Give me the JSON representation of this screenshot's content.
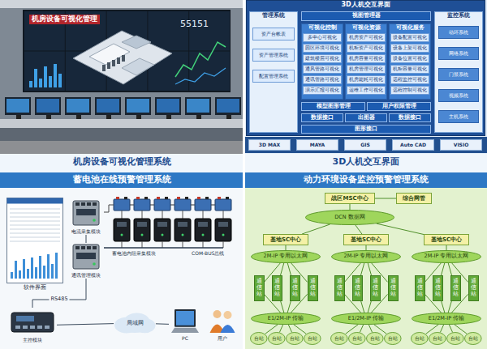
{
  "diagram": {
    "nodes": [
      {
        "text": [
          "3D人机交互界面"
        ]
      },
      {
        "text": [
          "管理系统"
        ],
        "in": 0
      },
      {
        "text": [
          "资产台帐表"
        ],
        "in": 1
      },
      {
        "text": [
          "资产管理系统"
        ],
        "in": 1
      },
      {
        "text": [
          "配置管理系统"
        ],
        "in": 1
      },
      {
        "text": [
          "视图管理器"
        ],
        "in": 0
      },
      {
        "text": [
          "可视化控制"
        ],
        "in": 0
      },
      {
        "text": [
          "多中心可视化"
        ],
        "in": 6
      },
      {
        "text": [
          "园区环境可视化"
        ],
        "in": 6
      },
      {
        "text": [
          "建筑楼层可视化"
        ],
        "in": 6
      },
      {
        "text": [
          "通风管路可视化"
        ],
        "in": 6
      },
      {
        "text": [
          "通讯管路可视化"
        ],
        "in": 6
      },
      {
        "text": [
          "演示汇报可视化"
        ],
        "in": 6
      },
      {
        "text": [
          "可视化资源"
        ],
        "in": 0
      },
      {
        "text": [
          "机房资产可视化"
        ],
        "in": 13
      },
      {
        "text": [
          "机柜资产可视化"
        ],
        "in": 13
      },
      {
        "text": [
          "机房容量可视化"
        ],
        "in": 13
      },
      {
        "text": [
          "机房管理可视化"
        ],
        "in": 13
      },
      {
        "text": [
          "机房能耗可视化"
        ],
        "in": 13
      },
      {
        "text": [
          "运维工作可视化"
        ],
        "in": 13
      },
      {
        "text": [
          "可视化服务"
        ],
        "in": 0
      },
      {
        "text": [
          "设备配置可视化"
        ],
        "in": 20
      },
      {
        "text": [
          "设备上架可视化"
        ],
        "in": 20
      },
      {
        "text": [
          "设备位置可视化"
        ],
        "in": 20
      },
      {
        "text": [
          "机柜容量可视化"
        ],
        "in": 20
      },
      {
        "text": [
          "远程监控可视化"
        ],
        "in": 20
      },
      {
        "text": [
          "远程控制可视化"
        ],
        "in": 20
      },
      {
        "text": [
          "模型图形管理"
        ],
        "in": 0
      },
      {
        "text": [
          "用户权限管理"
        ],
        "in": 0
      },
      {
        "text": [
          "数据接口"
        ],
        "in": 0
      },
      {
        "text": [
          "出图器"
        ],
        "in": 0
      },
      {
        "text": [
          "数据接口"
        ],
        "in": 0
      },
      {
        "text": [
          "图形接口"
        ],
        "in": 0
      },
      {
        "text": [
          "监控系统"
        ],
        "in": 0
      },
      {
        "text": [
          "动环系统"
        ],
        "in": 33
      },
      {
        "text": [
          "网络系统"
        ],
        "in": 33
      },
      {
        "text": [
          "门禁系统"
        ],
        "in": 33
      },
      {
        "text": [
          "视频系统"
        ],
        "in": 33
      },
      {
        "text": [
          "主机系统"
        ],
        "in": 33
      },
      {
        "text": [
          "3D MAX"
        ]
      },
      {
        "text": [
          "MAYA"
        ]
      },
      {
        "text": [
          "GIS"
        ]
      },
      {
        "text": [
          "Auto CAD"
        ]
      },
      {
        "text": [
          "VISIO"
        ]
      },
      {
        "text": [
          "软件界面"
        ]
      },
      {
        "text": [
          "电流采集模块"
        ]
      },
      {
        "text": [
          "通讯管理模块"
        ]
      },
      {
        "text": [
          "主控模块"
        ]
      },
      {
        "text": [
          "局域网"
        ]
      },
      {
        "text": [
          "PC"
        ]
      },
      {
        "text": [
          "用户"
        ]
      },
      {
        "text": [
          "战区MSC中心"
        ]
      },
      {
        "text": [
          "综合网管"
        ]
      },
      {
        "text": [
          "DCN 数据网"
        ]
      },
      {
        "text": [
          "基地SC中心"
        ]
      },
      {
        "text": [
          "基地SC中心"
        ]
      },
      {
        "text": [
          "基地SC中心"
        ]
      },
      {
        "text": [
          "2M-IP 专用以太网"
        ]
      },
      {
        "text": [
          "2M-IP 专用以太网"
        ]
      },
      {
        "text": [
          "2M-IP 专用以太网"
        ]
      },
      {
        "text": [
          "通信站"
        ]
      },
      {
        "text": [
          "通信站"
        ]
      },
      {
        "text": [
          "通信站"
        ]
      },
      {
        "text": [
          "通信站"
        ]
      },
      {
        "text": [
          "通信站"
        ]
      },
      {
        "text": [
          "通信站"
        ]
      },
      {
        "text": [
          "通信站"
        ]
      },
      {
        "text": [
          "通信站"
        ]
      },
      {
        "text": [
          "通信站"
        ]
      },
      {
        "text": [
          "通信站"
        ]
      },
      {
        "text": [
          "通信站"
        ]
      },
      {
        "text": [
          "通信站"
        ]
      },
      {
        "text": [
          "E1/2M-IP 传输"
        ]
      },
      {
        "text": [
          "E1/2M-IP 传输"
        ]
      },
      {
        "text": [
          "E1/2M-IP 传输"
        ]
      },
      {
        "text": [
          "台站"
        ]
      },
      {
        "text": [
          "台站"
        ]
      },
      {
        "text": [
          "台站"
        ]
      },
      {
        "text": [
          "台站"
        ]
      },
      {
        "text": [
          "台站"
        ]
      },
      {
        "text": [
          "台站"
        ]
      },
      {
        "text": [
          "台站"
        ]
      },
      {
        "text": [
          "台站"
        ]
      },
      {
        "text": [
          "台站"
        ]
      },
      {
        "text": [
          "台站"
        ]
      },
      {
        "text": [
          "台站"
        ]
      },
      {
        "text": [
          "台站"
        ]
      }
    ],
    "edges": [
      {
        "from": 45,
        "to": 46,
        "arrow": "none"
      },
      {
        "from": 46,
        "to": 47,
        "label": "RS485",
        "arrow": "none"
      },
      {
        "from": 47,
        "to": 48,
        "arrow": "none"
      },
      {
        "from": 48,
        "to": 49,
        "arrow": "none"
      },
      {
        "from": 51,
        "to": 52,
        "arrow": "none"
      },
      {
        "from": 51,
        "to": 53,
        "arrow": "none"
      },
      {
        "from": 53,
        "to": 54,
        "arrow": "none"
      },
      {
        "from": 53,
        "to": 55,
        "arrow": "none"
      },
      {
        "from": 53,
        "to": 56,
        "arrow": "none"
      },
      {
        "from": 54,
        "to": 57,
        "arrow": "none"
      },
      {
        "from": 55,
        "to": 58,
        "arrow": "none"
      },
      {
        "from": 56,
        "to": 59,
        "arrow": "none"
      },
      {
        "from": 57,
        "to": 60,
        "arrow": "none"
      },
      {
        "from": 57,
        "to": 61,
        "arrow": "none"
      },
      {
        "from": 57,
        "to": 62,
        "arrow": "none"
      },
      {
        "from": 57,
        "to": 63,
        "arrow": "none"
      },
      {
        "from": 58,
        "to": 64,
        "arrow": "none"
      },
      {
        "from": 58,
        "to": 65,
        "arrow": "none"
      },
      {
        "from": 58,
        "to": 66,
        "arrow": "none"
      },
      {
        "from": 58,
        "to": 67,
        "arrow": "none"
      },
      {
        "from": 59,
        "to": 68,
        "arrow": "none"
      },
      {
        "from": 59,
        "to": 69,
        "arrow": "none"
      },
      {
        "from": 59,
        "to": 70,
        "arrow": "none"
      },
      {
        "from": 59,
        "to": 71,
        "arrow": "none"
      },
      {
        "from": 60,
        "to": 72,
        "arrow": "none"
      },
      {
        "from": 61,
        "to": 72,
        "arrow": "none"
      },
      {
        "from": 62,
        "to": 72,
        "arrow": "none"
      },
      {
        "from": 63,
        "to": 72,
        "arrow": "none"
      },
      {
        "from": 64,
        "to": 73,
        "arrow": "none"
      },
      {
        "from": 65,
        "to": 73,
        "arrow": "none"
      },
      {
        "from": 66,
        "to": 73,
        "arrow": "none"
      },
      {
        "from": 67,
        "to": 73,
        "arrow": "none"
      },
      {
        "from": 68,
        "to": 74,
        "arrow": "none"
      },
      {
        "from": 69,
        "to": 74,
        "arrow": "none"
      },
      {
        "from": 70,
        "to": 74,
        "arrow": "none"
      },
      {
        "from": 71,
        "to": 74,
        "arrow": "none"
      },
      {
        "from": 72,
        "to": 75,
        "arrow": "none"
      },
      {
        "from": 72,
        "to": 76,
        "arrow": "none"
      },
      {
        "from": 72,
        "to": 77,
        "arrow": "none"
      },
      {
        "from": 72,
        "to": 78,
        "arrow": "none"
      },
      {
        "from": 73,
        "to": 79,
        "arrow": "none"
      },
      {
        "from": 73,
        "to": 80,
        "arrow": "none"
      },
      {
        "from": 73,
        "to": 81,
        "arrow": "none"
      },
      {
        "from": 73,
        "to": 82,
        "arrow": "none"
      },
      {
        "from": 74,
        "to": 83,
        "arrow": "none"
      },
      {
        "from": 74,
        "to": 84,
        "arrow": "none"
      },
      {
        "from": 74,
        "to": 85,
        "arrow": "none"
      },
      {
        "from": 74,
        "to": 86,
        "arrow": "none"
      }
    ],
    "labels": [
      "机房设备可视化管理",
      "55151",
      "机房设备可视化管理系统",
      "3D人机交互界面",
      "蓄电池在线预警管理系统",
      "动力环境设备监控预警管理系统",
      "蓄电池内阻采集模块",
      "COM-BUS总线"
    ]
  }
}
